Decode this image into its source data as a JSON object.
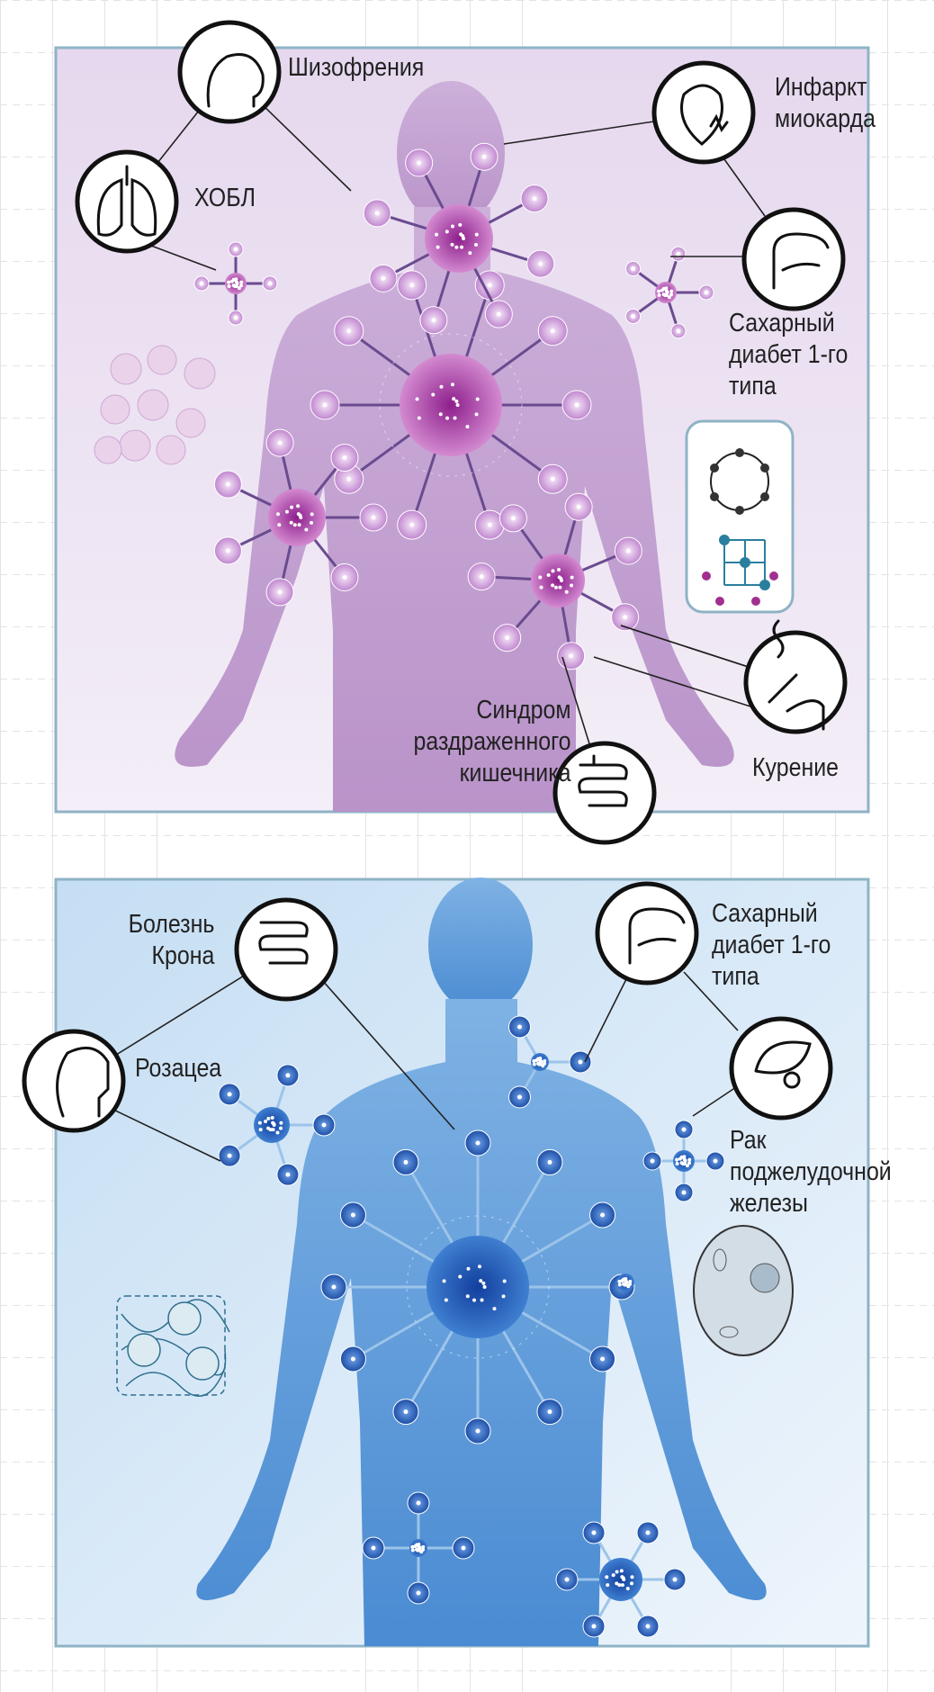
{
  "top_panel": {
    "theme": "purple",
    "colors": {
      "background": "#ece3f1",
      "body": "#c9a9d6",
      "node": "#b77cc6",
      "hub": "#a8409f",
      "border": "#8fb3c6"
    },
    "labels": {
      "schizophrenia": "Шизофрения",
      "copd": "ХОБЛ",
      "infarction": [
        "Инфаркт",
        "миокарда"
      ],
      "diabetes": [
        "Сахарный",
        "диабет 1-го",
        "типа"
      ],
      "ibs": [
        "Синдром",
        "раздраженного",
        "кишечника"
      ],
      "smoking": "Курение"
    }
  },
  "bottom_panel": {
    "theme": "blue",
    "colors": {
      "background": "#d6e8f7",
      "body": "#5d9bd8",
      "node": "#2c63b8",
      "hub": "#1f4fa8",
      "border": "#8fb3c6"
    },
    "labels": {
      "crohn": [
        "Болезнь",
        "Крона"
      ],
      "rosacea": "Розацеа",
      "diabetes": [
        "Сахарный",
        "диабет 1-го",
        "типа"
      ],
      "pancreatic_cancer": [
        "Рак",
        "поджелудочной",
        "железы"
      ]
    }
  }
}
